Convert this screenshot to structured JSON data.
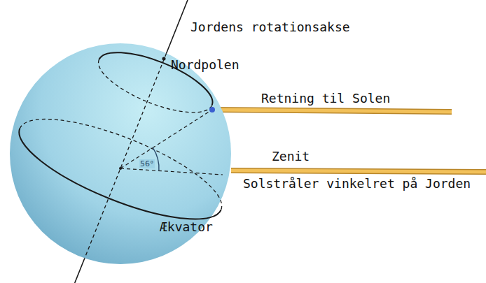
{
  "diagram": {
    "labels": [
      "Jordens rotationsakse",
      "Nordpolen",
      "Retning til Solen",
      "56°",
      "Zenit",
      "Solstråler vinkelret på Jorden",
      "Ækvator"
    ]
  }
}
